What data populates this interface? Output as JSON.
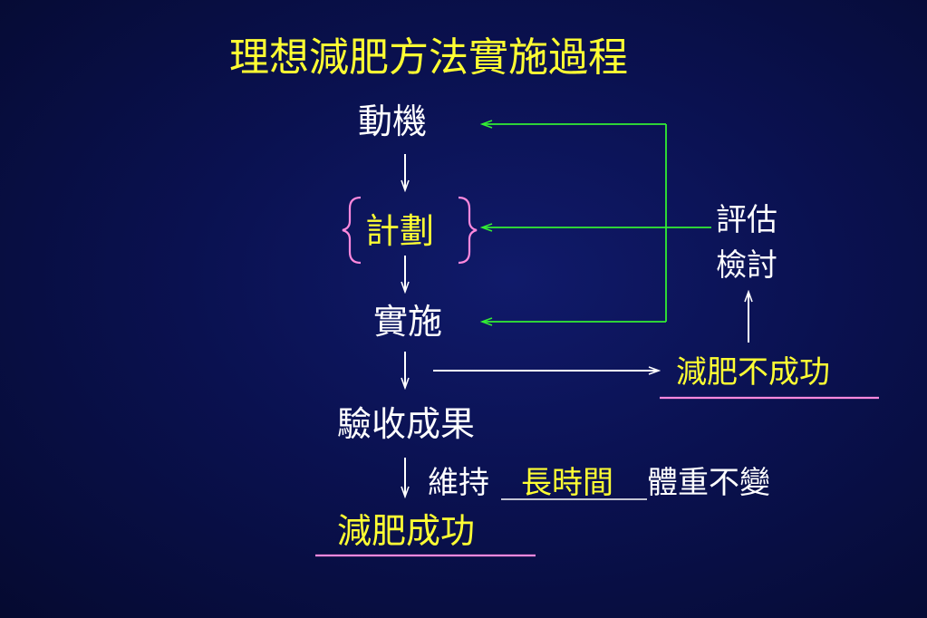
{
  "title": "理想減肥方法實施過程",
  "nodes": {
    "motivation": "動機",
    "plan": "計劃",
    "implement": "實施",
    "check_results": "驗收成果",
    "success": "減肥成功"
  },
  "evaluate": {
    "line1": "評估",
    "line2": "檢討"
  },
  "failure": "減肥不成功",
  "maintain": {
    "prefix": "維持",
    "highlight": "長時間",
    "suffix": "體重不變"
  },
  "colors": {
    "background": "#0a1150",
    "title_text": "#ffff33",
    "body_text": "#ffffff",
    "feedback_arrow": "#33ee33",
    "brace": "#ff88dd",
    "underline": "#ff88dd"
  }
}
